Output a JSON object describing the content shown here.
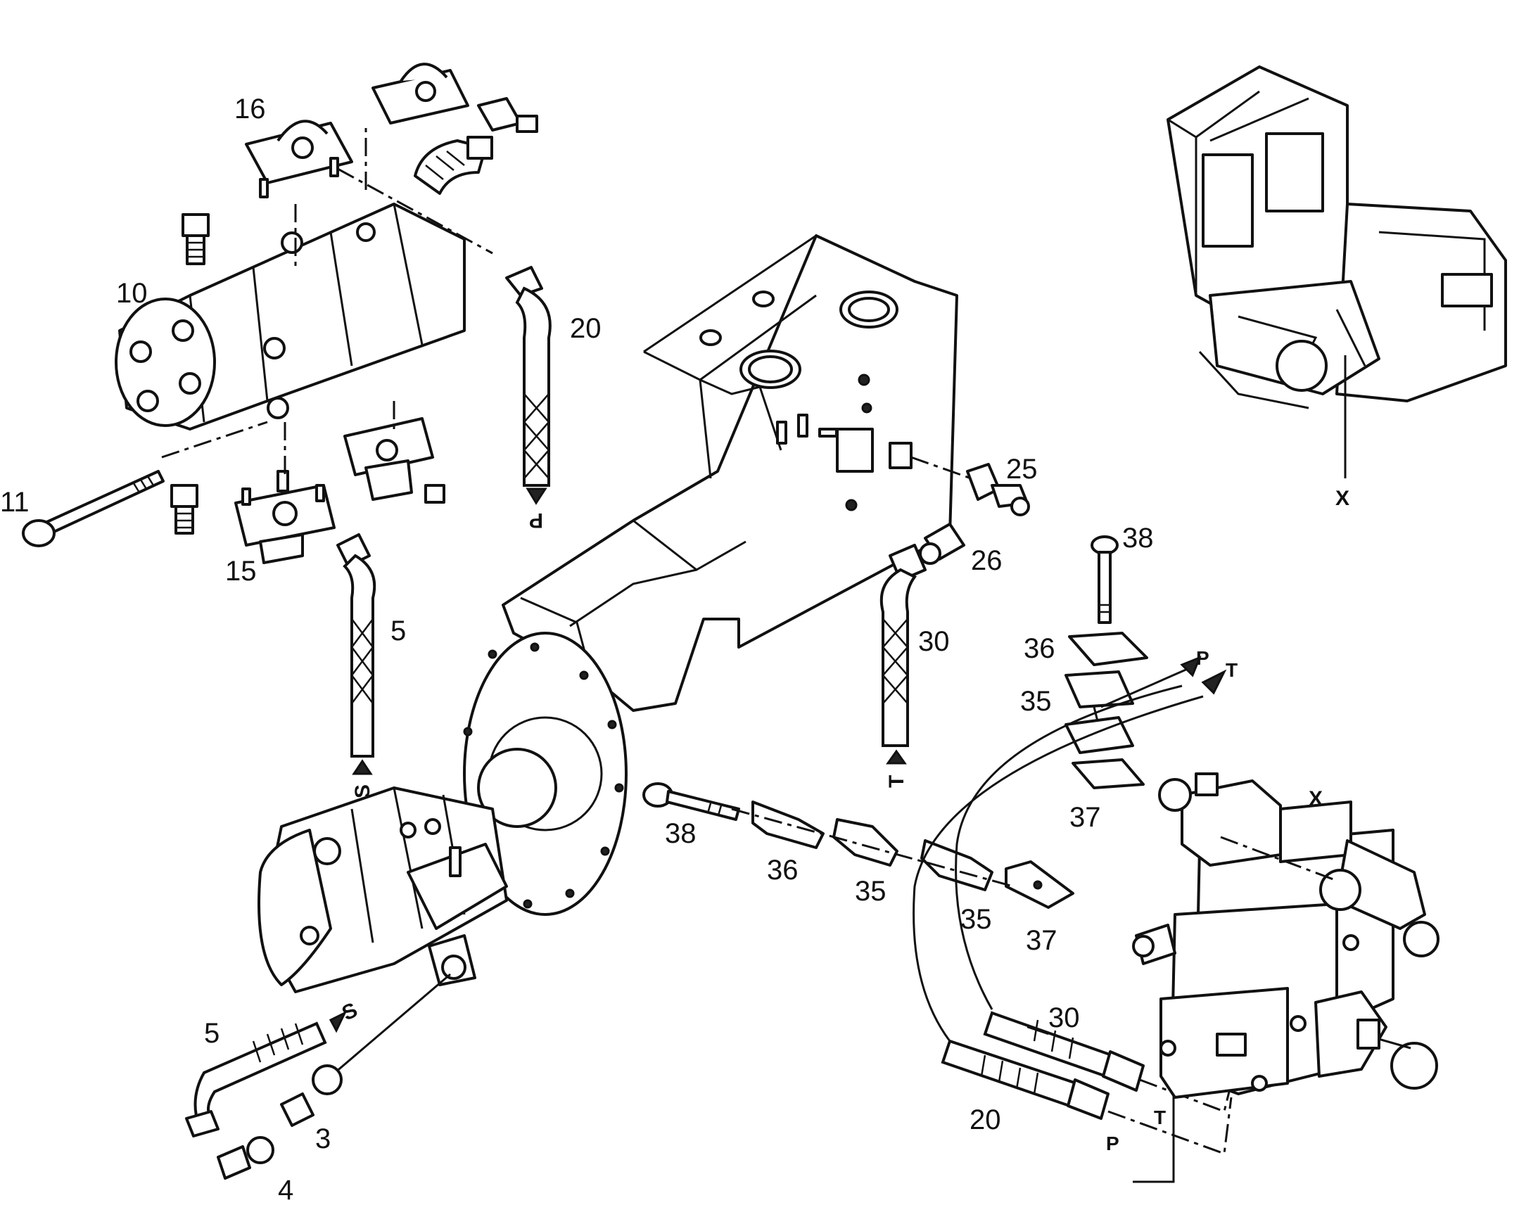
{
  "callouts": {
    "c3": "3",
    "c4": "4",
    "c5_top": "5",
    "c5_bottom": "5",
    "c10": "10",
    "c11": "11",
    "c15": "15",
    "c16": "16",
    "c20_top": "20",
    "c20_bottom": "20",
    "c25": "25",
    "c26": "26",
    "c30_top": "30",
    "c30_bottom": "30",
    "c35_upper": "35",
    "c35_mid_a": "35",
    "c35_mid_b": "35",
    "c36_upper": "36",
    "c36_lower": "36",
    "c37_upper": "37",
    "c37_lower": "37",
    "c38_upper": "38",
    "c38_lower": "38"
  },
  "port_letters": {
    "p_hose_top": "P",
    "s_hose_mid": "S",
    "s_hose_low": "S",
    "t_hose_mid": "T",
    "p_flow": "P",
    "t_flow": "T",
    "t_valve": "T",
    "p_valve": "P"
  },
  "view_markers": {
    "x_machine": "X",
    "x_valve": "X"
  },
  "icons": [
    "arrow-icon"
  ],
  "colors": {
    "line": "#111111",
    "background": "#ffffff"
  }
}
